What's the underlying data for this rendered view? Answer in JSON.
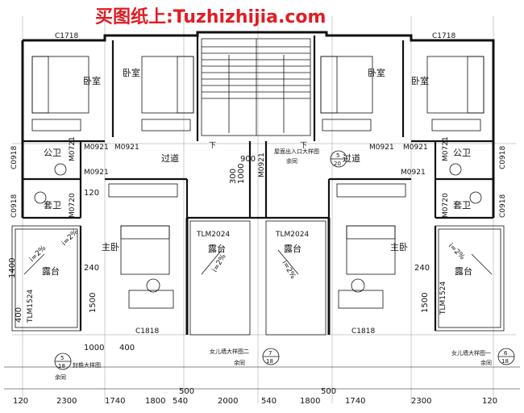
{
  "watermark": "买图纸上:Tuzhizhijia.com",
  "room_labels": {
    "bedroom": "卧室",
    "corridor": "过道",
    "public_wc": "公卫",
    "ensuite_wc": "套卫",
    "master_bedroom": "主卧",
    "terrace": "露台",
    "down": "下"
  },
  "codes": {
    "c1718": "C1718",
    "c0918": "C0918",
    "m0921": "M0921",
    "m0721": "M0721",
    "m0720": "M0720",
    "tlm2024": "TLM2024",
    "tlm1524": "TLM1524",
    "c1818": "C1818",
    "slope": "i=2%"
  },
  "callouts": {
    "roof_entrance": {
      "label": "屋面出入口大样图",
      "sub": "余同",
      "num": "5",
      "sheet": "20"
    },
    "parapet_left": {
      "label": "女儿墙大样图二",
      "sub": "余同",
      "num": "7",
      "sheet": "18"
    },
    "parapet_right": {
      "label": "女儿墙大样图一",
      "sub": "余同",
      "num": "6",
      "sheet": "18"
    },
    "eaves_left": {
      "label": "封檐大样图",
      "sub": "余同",
      "num": "5",
      "sheet": "18"
    }
  },
  "dims_bottom": [
    "120",
    "2300",
    "1740",
    "1800",
    "540",
    "2000",
    "540",
    "1800",
    "1740",
    "2300",
    "120"
  ],
  "dims_misc": {
    "d500a": "500",
    "d500b": "500",
    "d1000": "1000",
    "d400": "400",
    "d400v": "400",
    "d120": "120",
    "d240a": "240",
    "d240b": "240",
    "d1500a": "1500",
    "d1500b": "1500",
    "d900": "900",
    "d1400": "1400",
    "d300": "300",
    "d1000b": "1000"
  }
}
